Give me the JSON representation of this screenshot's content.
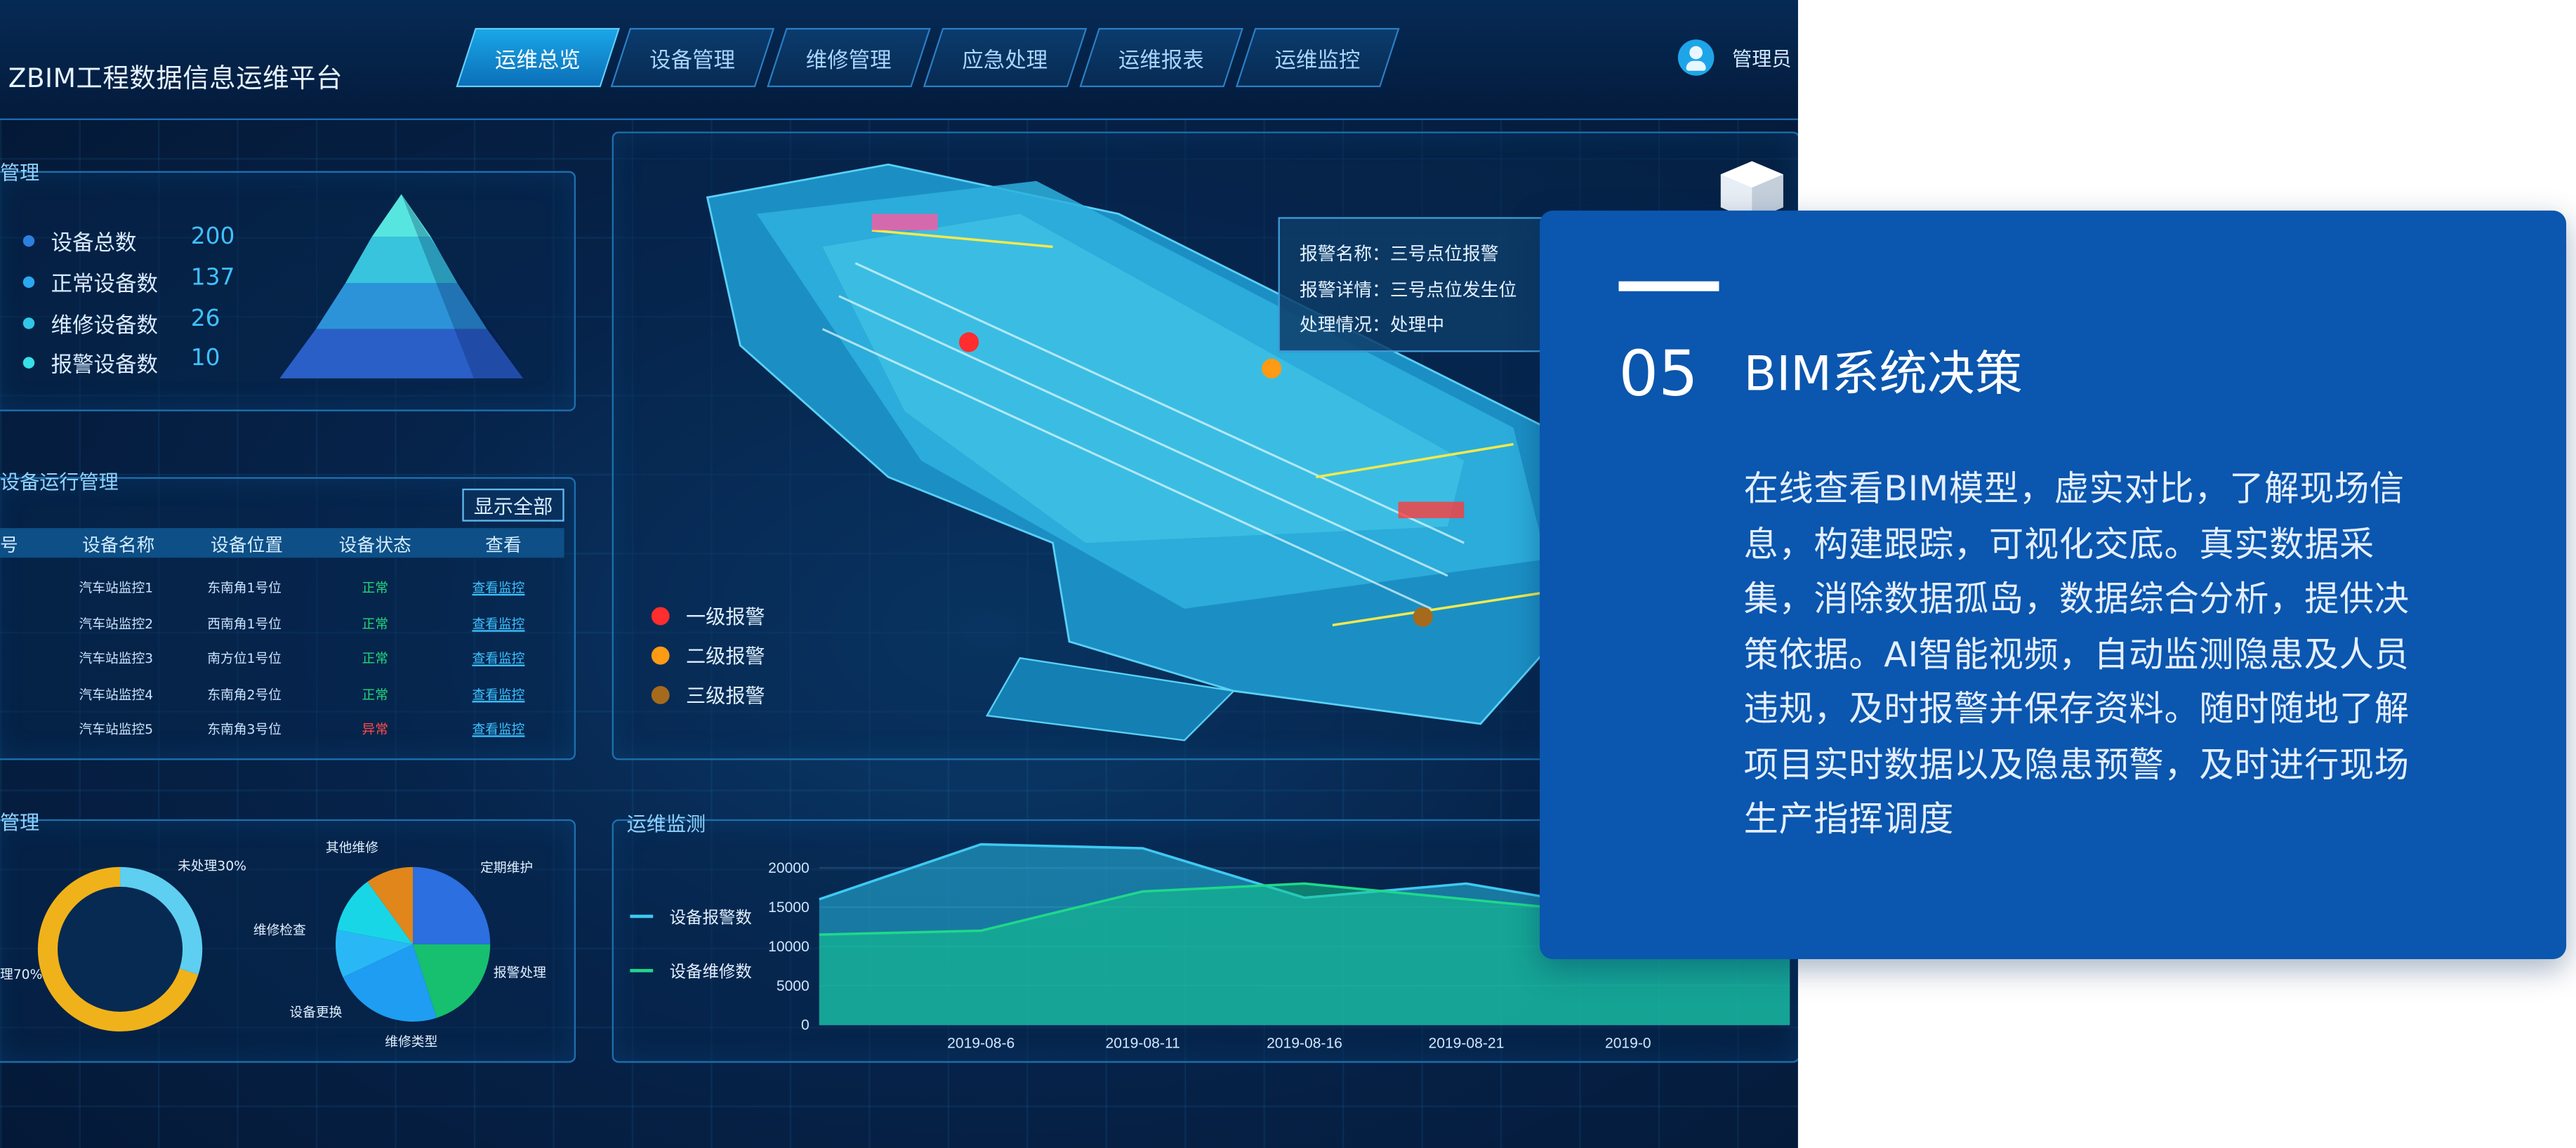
{
  "app": {
    "title": "ZBIM工程数据信息运维平台",
    "user": "管理员"
  },
  "nav": {
    "tabs": [
      {
        "label": "运维总览",
        "active": true
      },
      {
        "label": "设备管理",
        "active": false
      },
      {
        "label": "维修管理",
        "active": false
      },
      {
        "label": "应急处理",
        "active": false
      },
      {
        "label": "运维报表",
        "active": false
      },
      {
        "label": "运维监控",
        "active": false
      }
    ]
  },
  "device_panel": {
    "title": "管理",
    "stats": [
      {
        "label": "设备总数",
        "value": "200",
        "color": "#2d7fe0"
      },
      {
        "label": "正常设备数",
        "value": "137",
        "color": "#2aa8f0"
      },
      {
        "label": "维修设备数",
        "value": "26",
        "color": "#31c6e8"
      },
      {
        "label": "报警设备数",
        "value": "10",
        "color": "#36e0e6"
      }
    ]
  },
  "device_table": {
    "title": "设备运行管理",
    "show_all": "显示全部",
    "columns": [
      "号",
      "设备名称",
      "设备位置",
      "设备状态",
      "查看"
    ],
    "rows": [
      [
        "汽车站监控1",
        "东南角1号位",
        "正常",
        "查看监控",
        "ok"
      ],
      [
        "汽车站监控2",
        "西南角1号位",
        "正常",
        "查看监控",
        "ok"
      ],
      [
        "汽车站监控3",
        "南方位1号位",
        "正常",
        "查看监控",
        "ok"
      ],
      [
        "汽车站监控4",
        "东南角2号位",
        "正常",
        "查看监控",
        "ok"
      ],
      [
        "汽车站监控5",
        "东南角3号位",
        "异常",
        "查看监控",
        "bad"
      ]
    ]
  },
  "model_view": {
    "legend": [
      {
        "label": "一级报警",
        "color": "#ff2d2d"
      },
      {
        "label": "二级报警",
        "color": "#ff9a14"
      },
      {
        "label": "三级报警",
        "color": "#a56a1c"
      }
    ],
    "alarm_tooltip": {
      "name_line": "报警名称：三号点位报警",
      "detail_line": "报警详情：三号点位发生位",
      "status_line": "处理情况：处理中"
    }
  },
  "repair_panel": {
    "title": "管理",
    "donut": {
      "slices": [
        {
          "label": "未处理30%",
          "value": 30,
          "color": "#5ecff0"
        },
        {
          "label": "理70%",
          "value": 70,
          "color": "#f0b21a"
        }
      ]
    },
    "pie": {
      "slices": [
        {
          "label": "定期维护",
          "value": 25,
          "color": "#2b6fe0"
        },
        {
          "label": "报警处理",
          "value": 20,
          "color": "#16c06e"
        },
        {
          "label": "维修类型",
          "value": 23,
          "color": "#1f9df2"
        },
        {
          "label": "设备更换",
          "value": 10,
          "color": "#29b8f5"
        },
        {
          "label": "维修检查",
          "value": 12,
          "color": "#19d6e6"
        },
        {
          "label": "其他维修",
          "value": 10,
          "color": "#e0861b"
        }
      ]
    }
  },
  "chart_data": {
    "type": "area",
    "title": "运维监测",
    "x": [
      "2019-08-6",
      "2019-08-11",
      "2019-08-16",
      "2019-08-21",
      "2019-0"
    ],
    "y_ticks": [
      "20000",
      "15000",
      "10000",
      "5000",
      "0"
    ],
    "ylim": [
      0,
      22000
    ],
    "series": [
      {
        "name": "设备报警数",
        "color": "#3ec9f2",
        "points": [
          [
            0,
            16000
          ],
          [
            1,
            23000
          ],
          [
            2,
            22500
          ],
          [
            3,
            16200
          ],
          [
            4,
            18000
          ],
          [
            5,
            14500
          ],
          [
            6,
            16000
          ]
        ]
      },
      {
        "name": "设备维修数",
        "color": "#1fd88a",
        "points": [
          [
            0,
            11500
          ],
          [
            1,
            12000
          ],
          [
            2,
            17000
          ],
          [
            3,
            18000
          ],
          [
            4,
            16000
          ],
          [
            5,
            14000
          ],
          [
            6,
            13500
          ]
        ]
      }
    ],
    "x_range": [
      0,
      6
    ]
  },
  "info_card": {
    "number": "05",
    "title": "BIM系统决策",
    "body": "在线查看BIM模型，虚实对比，了解现场信息，构建跟踪，可视化交底。真实数据采集，消除数据孤岛，数据综合分析，提供决策依据。AI智能视频，自动监测隐患及人员违规，及时报警并保存资料。随时随地了解项目实时数据以及隐患预警，及时进行现场生产指挥调度"
  }
}
